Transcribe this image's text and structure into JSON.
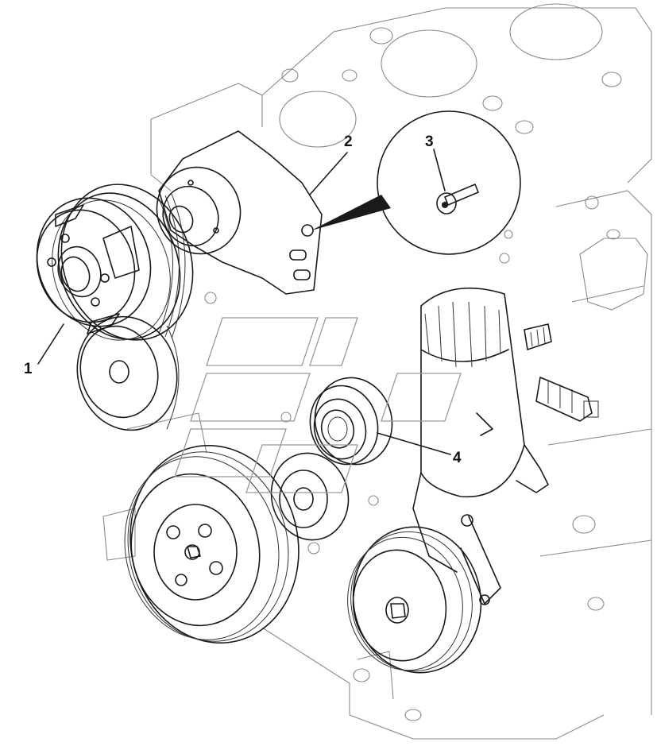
{
  "diagram": {
    "callouts": [
      {
        "id": "1",
        "label": "1"
      },
      {
        "id": "2",
        "label": "2"
      },
      {
        "id": "3",
        "label": "3"
      },
      {
        "id": "4",
        "label": "4"
      }
    ],
    "colors": {
      "line": "#1a1a1a",
      "faded": "#8a8a8a",
      "background": "#ffffff"
    }
  }
}
